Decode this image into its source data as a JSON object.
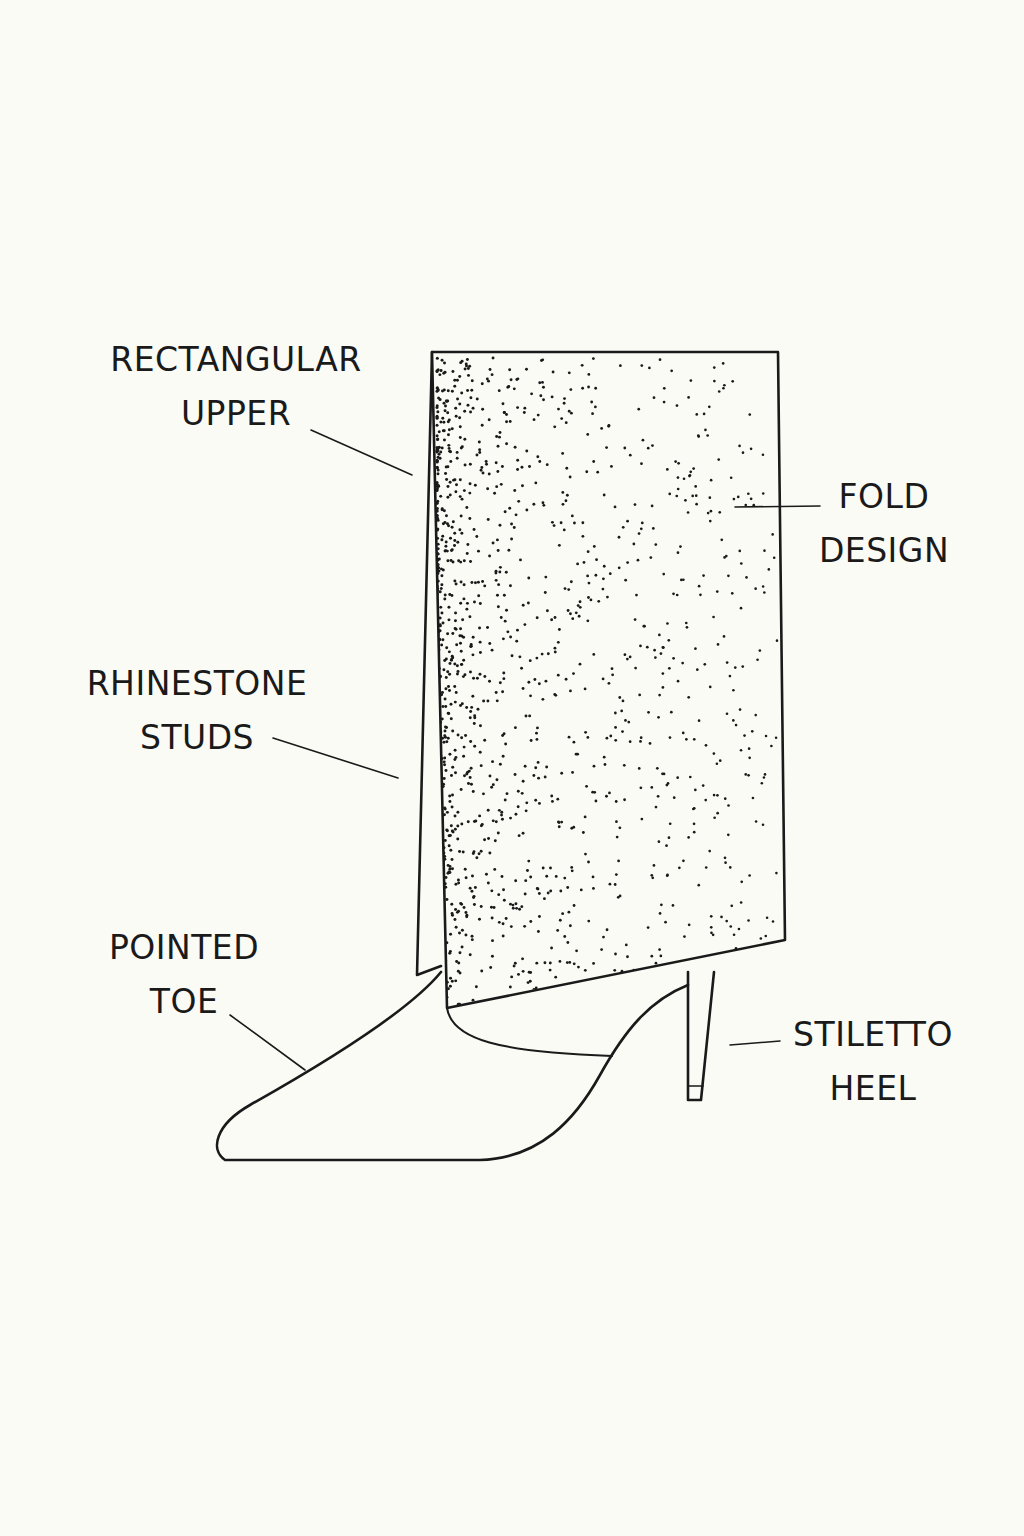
{
  "diagram": {
    "labels": [
      "RECTANGULAR UPPER",
      "FOLD DESIGN",
      "RHINESTONE STUDS",
      "POINTED TOE",
      "STILETTO HEEL"
    ]
  }
}
